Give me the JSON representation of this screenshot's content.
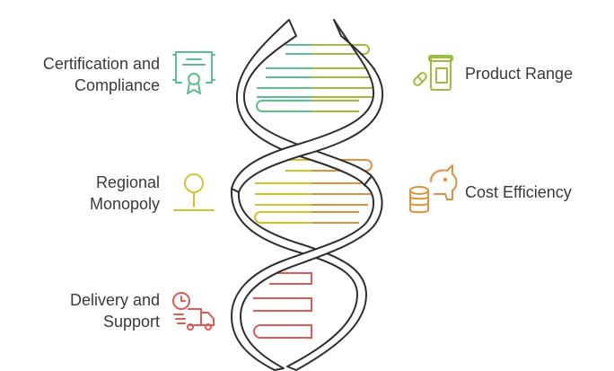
{
  "diagram": {
    "items": [
      {
        "side": "left",
        "lines": [
          "Certification and",
          "Compliance"
        ],
        "icon": "certificate-icon",
        "color": "#5bbf8c"
      },
      {
        "side": "right",
        "lines": [
          "Product Range"
        ],
        "icon": "pills-bottle-icon",
        "color": "#9cbf3b"
      },
      {
        "side": "left",
        "lines": [
          "Regional",
          "Monopoly"
        ],
        "icon": "map-pin-icon",
        "color": "#cfc42a"
      },
      {
        "side": "right",
        "lines": [
          "Cost Efficiency"
        ],
        "icon": "piggy-bank-coins-icon",
        "color": "#e0913a"
      },
      {
        "side": "left",
        "lines": [
          "Delivery and",
          "Support"
        ],
        "icon": "delivery-truck-clock-icon",
        "color": "#e05a55"
      }
    ]
  },
  "colors": {
    "helix_outline": "#2f2f2f",
    "text": "#3a3a3a"
  }
}
